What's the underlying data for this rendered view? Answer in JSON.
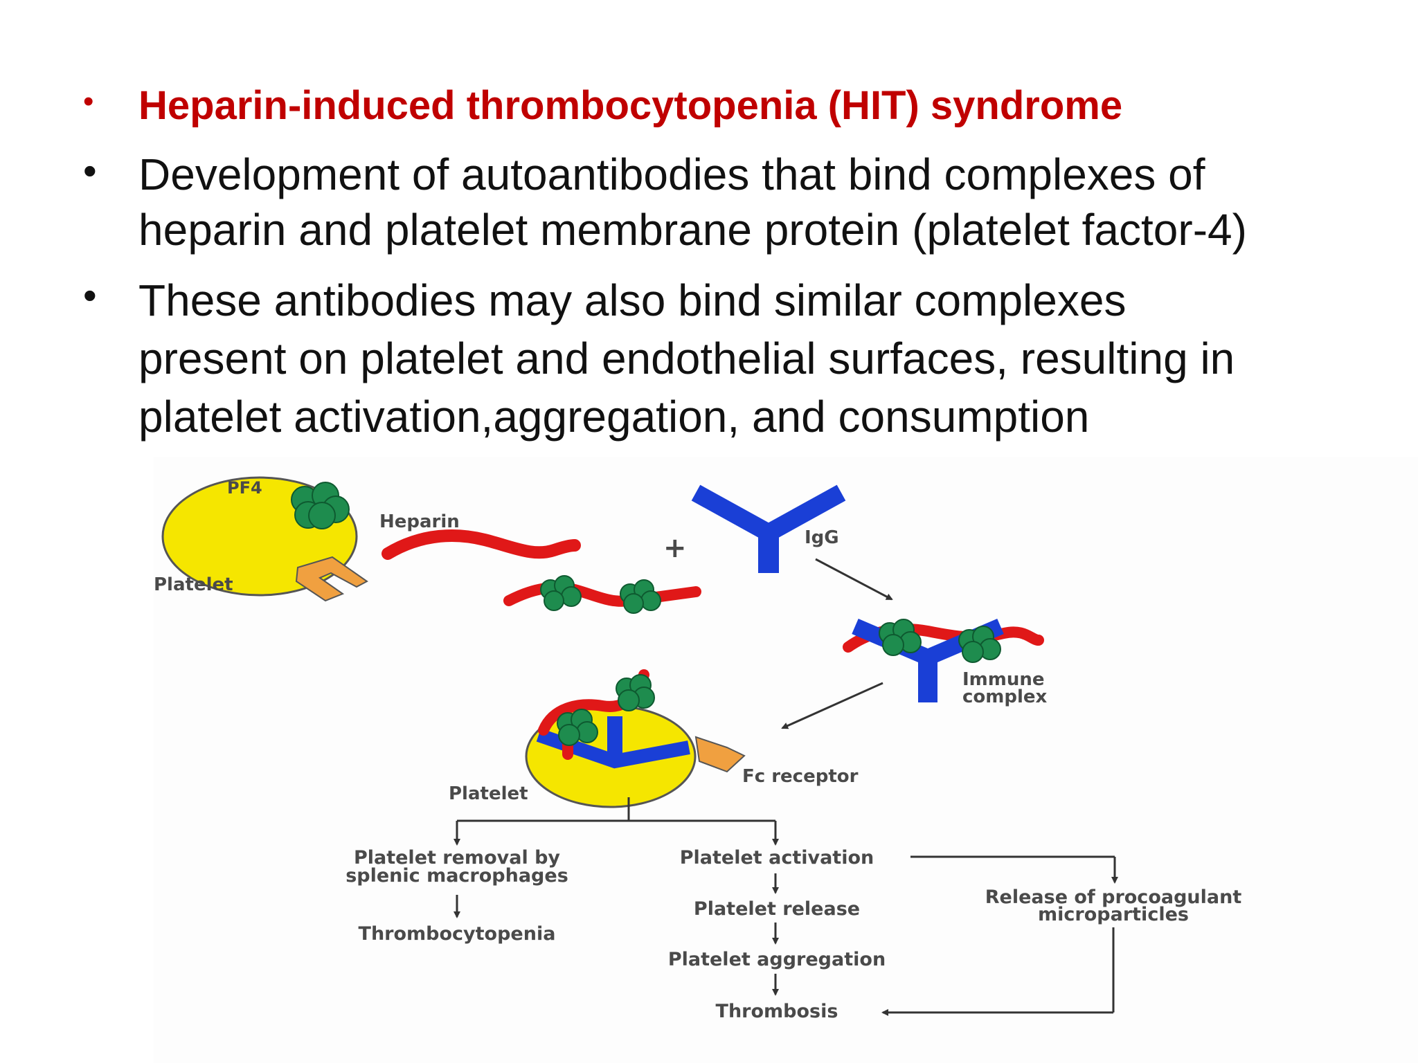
{
  "bullets": [
    {
      "lines": [
        "Heparin-induced thrombocytopenia (HIT) syndrome"
      ],
      "color": "#c00000"
    },
    {
      "lines": [
        "Development of autoantibodies that bind complexes of",
        "heparin and platelet membrane protein (platelet factor-4)"
      ]
    },
    {
      "lines": [
        "These antibodies may also bind similar complexes",
        "present on platelet and endothelial surfaces, resulting in",
        "platelet activation,aggregation, and consumption"
      ]
    }
  ],
  "bullet_symbol": "•",
  "diagram": {
    "labels": {
      "pf4": "PF4",
      "platelet_top": "Platelet",
      "heparin": "Heparin",
      "plus": "+",
      "igg": "IgG",
      "immune_complex_1": "Immune",
      "immune_complex_2": "complex",
      "platelet_bottom": "Platelet",
      "fc_receptor": "Fc receptor",
      "removal_1": "Platelet removal by",
      "removal_2": "splenic macrophages",
      "thrombocytopenia": "Thrombocytopenia",
      "activation": "Platelet activation",
      "release": "Platelet release",
      "aggregation": "Platelet aggregation",
      "thrombosis": "Thrombosis",
      "procoag_1": "Release of procoagulant",
      "procoag_2": "microparticles"
    },
    "colors": {
      "platelet": "#f5e600",
      "pf4": "#1e8c4e",
      "heparin": "#e01818",
      "igg": "#1a3fd6",
      "fc_receptor": "#f0a040"
    }
  }
}
